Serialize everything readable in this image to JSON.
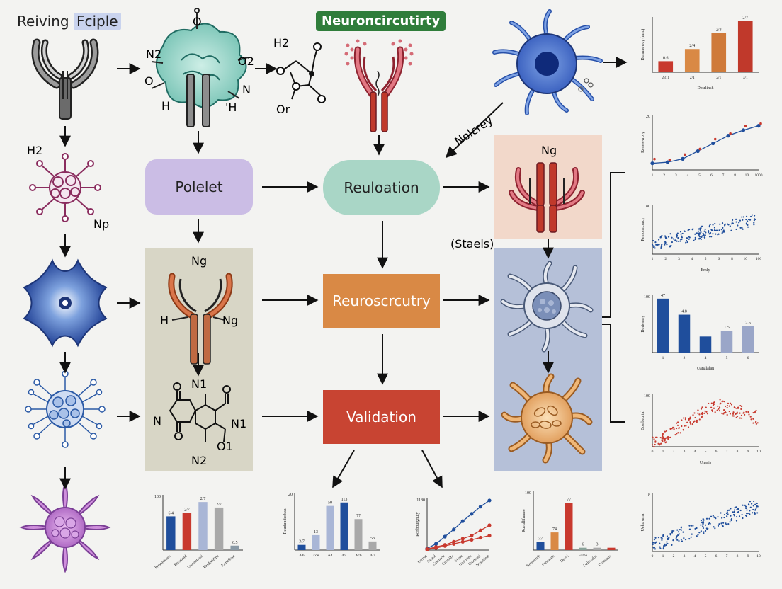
{
  "titles": {
    "left_prefix": "Reiving ",
    "left_highlight": "Fciple",
    "center": "Neuroncircutirty"
  },
  "process": {
    "box1": "Polelet",
    "box2": "Reuloation",
    "box3": "Reuroscrcutry",
    "box4": "Validation",
    "arrow_label": "Nolcrey",
    "side_label": "(Staels)"
  },
  "molecule_labels": {
    "top_n2": "N2",
    "top_o": "O",
    "top_o2": "O2",
    "top_n": "N",
    "top_h": "H",
    "top_rh": "'H",
    "h2_top": "H2",
    "or": "Or",
    "h2_left": "H2",
    "np": "Np",
    "ng_panel": "Ng",
    "h_panel": "H",
    "ng_panel2": "Ng",
    "n1_a": "N1",
    "n_ring": "N",
    "n1_b": "N1",
    "o1": "O1",
    "n2_bottom": "N2",
    "ng_peach": "Ng"
  },
  "chart_data": [
    {
      "type": "bar",
      "id": "right-1",
      "categories": [
        "2311",
        "2/1",
        "2/1",
        "3/1"
      ],
      "values": [
        20,
        42,
        71,
        93
      ],
      "data_labels": [
        "0.6",
        "2/4",
        "2/3",
        "2/7"
      ],
      "colors": [
        "#c8392e",
        "#d98945",
        "#cf7a3a",
        "#c0392b"
      ],
      "ylabel": "Bunrmewcy (msc)",
      "xlabel": "Desrlinsh",
      "ylim": [
        0,
        100
      ]
    },
    {
      "type": "line",
      "id": "right-2",
      "x": [
        1,
        2,
        3,
        4,
        5,
        6,
        7,
        8
      ],
      "values": [
        12,
        14,
        20,
        34,
        48,
        62,
        72,
        80
      ],
      "ylabel": "Resseevrory",
      "ytick_top": "20",
      "xticks": [
        "1",
        "2",
        "3",
        "4",
        "5",
        "6",
        "7",
        "8",
        "10",
        "1000"
      ],
      "ylim": [
        0,
        100
      ]
    },
    {
      "type": "scatter",
      "id": "right-3",
      "ylabel": "Pemorrrcurcy",
      "xlabel": "Emly",
      "ytick_top": "180",
      "xticks": [
        "1",
        "2",
        "3",
        "4",
        "5",
        "6",
        "8",
        "10",
        "100"
      ],
      "trend": [
        20,
        70
      ]
    },
    {
      "type": "bar",
      "id": "right-4",
      "categories": [
        "1",
        "2",
        "4",
        "5",
        "6"
      ],
      "values": [
        47,
        33,
        14,
        19,
        23
      ],
      "data_labels": [
        "47",
        "4.8",
        "",
        "1.5",
        "2.5"
      ],
      "colors": [
        "#1f4e9c",
        "#1f4e9c",
        "#1f4e9c",
        "#9aa6c8",
        "#9aa6c8"
      ],
      "ylabel": "Boriesaey",
      "xlabel": "Uanalalan",
      "ytick_top": "100",
      "ylim": [
        0,
        50
      ]
    },
    {
      "type": "scatter",
      "id": "right-5",
      "ylabel": "Boatbeurtal",
      "xlabel": "Unasis",
      "ytick_top": "100",
      "xticks": [
        "0",
        "1",
        "2",
        "3",
        "4",
        "5",
        "6",
        "7",
        "8",
        "9",
        "10"
      ],
      "trend": [
        5,
        80
      ]
    },
    {
      "type": "scatter",
      "id": "right-6",
      "ylabel": "Ueko uma",
      "ytick_top": "8",
      "xticks": [
        "0",
        "1",
        "2",
        "3",
        "4",
        "5",
        "6",
        "7",
        "8",
        "9",
        "10"
      ],
      "trend": [
        10,
        80
      ]
    },
    {
      "type": "bar",
      "id": "bottom-1",
      "categories": [
        "Presundaaus",
        "Enrsdionl",
        "Lamsterrani",
        "Easdeeldine",
        "Famelbate"
      ],
      "values": [
        61,
        67,
        87,
        77,
        8
      ],
      "data_labels": [
        "6.4",
        "2/7",
        "2/7",
        "2/7",
        "6.5"
      ],
      "colors": [
        "#1f4e9c",
        "#c8392e",
        "#a9b6d6",
        "#a9a9a9",
        "#8a9aa6"
      ],
      "ytick_top": "100",
      "ylim": [
        0,
        100
      ]
    },
    {
      "type": "bar",
      "id": "bottom-2",
      "categories": [
        "4/6",
        "Zoe",
        "Ad",
        "4/4",
        "Ach",
        "4/7"
      ],
      "values": [
        9,
        26,
        77,
        83,
        54,
        15
      ],
      "data_labels": [
        "3/7",
        "13",
        "50",
        "113",
        "77",
        "53"
      ],
      "colors": [
        "#1f4e9c",
        "#a9b6d6",
        "#a9b6d6",
        "#1f4e9c",
        "#a9a9a9",
        "#a9a9a9"
      ],
      "ylabel": "Ruuduudeobaa",
      "ytick_top": "20",
      "ylim": [
        0,
        100
      ]
    },
    {
      "type": "line",
      "id": "bottom-3",
      "ylabel": "Ronbourgnuty",
      "ytick_top": "1180",
      "series": [
        {
          "values": [
            3,
            12,
            26,
            40,
            56,
            70,
            84,
            96
          ],
          "color": "#1f4e9c"
        },
        {
          "values": [
            2,
            6,
            10,
            16,
            22,
            28,
            38,
            48
          ],
          "color": "#c8392e"
        },
        {
          "values": [
            1,
            4,
            8,
            12,
            16,
            20,
            24,
            28
          ],
          "color": "#c8392e"
        }
      ],
      "xticks": [
        "Lerrrat",
        "Sanrol",
        "Casslorw",
        "Cremilty",
        "Fivoe",
        "Hastorine",
        "Esudeaui",
        "Bysutdnat"
      ],
      "ylim": [
        0,
        100
      ]
    },
    {
      "type": "bar",
      "id": "bottom-4",
      "categories": [
        "Brrsmenrh",
        "Presrasdo",
        "Duevl",
        "Fame",
        "Dulesodos",
        "Dracstaus"
      ],
      "values": [
        14,
        30,
        80,
        4,
        4,
        4
      ],
      "data_labels": [
        "77",
        "74",
        "77",
        "6",
        "3",
        ""
      ],
      "colors": [
        "#1f4e9c",
        "#d98945",
        "#c8392e",
        "#8aa39a",
        "#a9a9a9",
        "#c8392e"
      ],
      "ylabel": "Rueullifmnee",
      "ytick_top": "100",
      "ylim": [
        0,
        100
      ]
    }
  ]
}
